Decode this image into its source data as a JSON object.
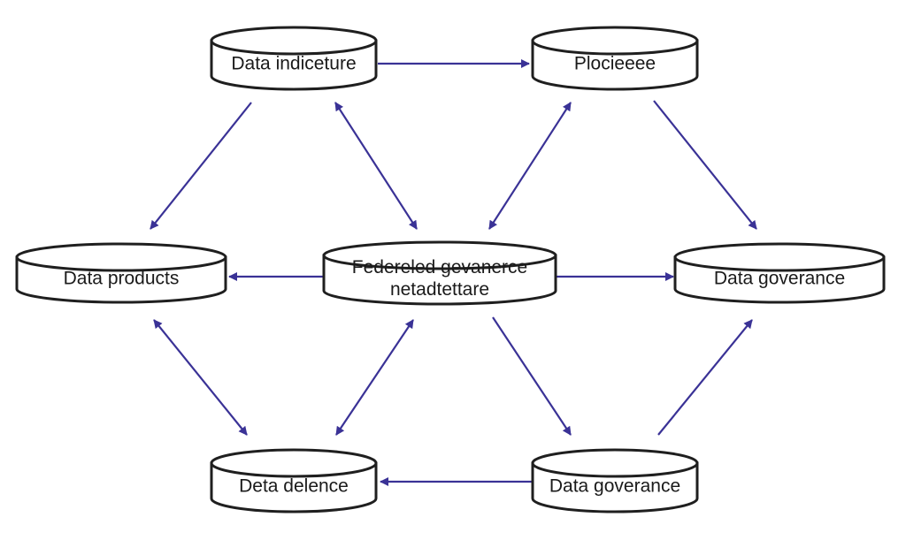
{
  "diagram": {
    "edge_color": "#3a3296",
    "node_stroke_color": "#1f1f1f",
    "nodes": [
      {
        "id": "n1",
        "lines": [
          "Data indiceture"
        ]
      },
      {
        "id": "n2",
        "lines": [
          "Plocieeee"
        ]
      },
      {
        "id": "n3",
        "lines": [
          "Data products"
        ]
      },
      {
        "id": "n4",
        "lines": [
          "Federeled gevanerce",
          "netadtettare"
        ]
      },
      {
        "id": "n5",
        "lines": [
          "Data goverance"
        ]
      },
      {
        "id": "n6",
        "lines": [
          "Deta delence"
        ]
      },
      {
        "id": "n7",
        "lines": [
          "Data goverance"
        ]
      }
    ],
    "edges": [
      {
        "id": "e1",
        "from": "n1",
        "to": "n2",
        "arrow": "end"
      },
      {
        "id": "e2",
        "from": "n1",
        "to": "n3",
        "arrow": "end"
      },
      {
        "id": "e3",
        "from": "n1",
        "to": "n4",
        "arrow": "both"
      },
      {
        "id": "e4",
        "from": "n2",
        "to": "n4",
        "arrow": "both"
      },
      {
        "id": "e5",
        "from": "n2",
        "to": "n5",
        "arrow": "end"
      },
      {
        "id": "e6",
        "from": "n4",
        "to": "n3",
        "arrow": "end"
      },
      {
        "id": "e7",
        "from": "n4",
        "to": "n5",
        "arrow": "end"
      },
      {
        "id": "e8",
        "from": "n3",
        "to": "n6",
        "arrow": "both"
      },
      {
        "id": "e9",
        "from": "n4",
        "to": "n6",
        "arrow": "both"
      },
      {
        "id": "e10",
        "from": "n4",
        "to": "n7",
        "arrow": "end"
      },
      {
        "id": "e11",
        "from": "n7",
        "to": "n5",
        "arrow": "end"
      },
      {
        "id": "e12",
        "from": "n7",
        "to": "n6",
        "arrow": "end"
      }
    ]
  }
}
